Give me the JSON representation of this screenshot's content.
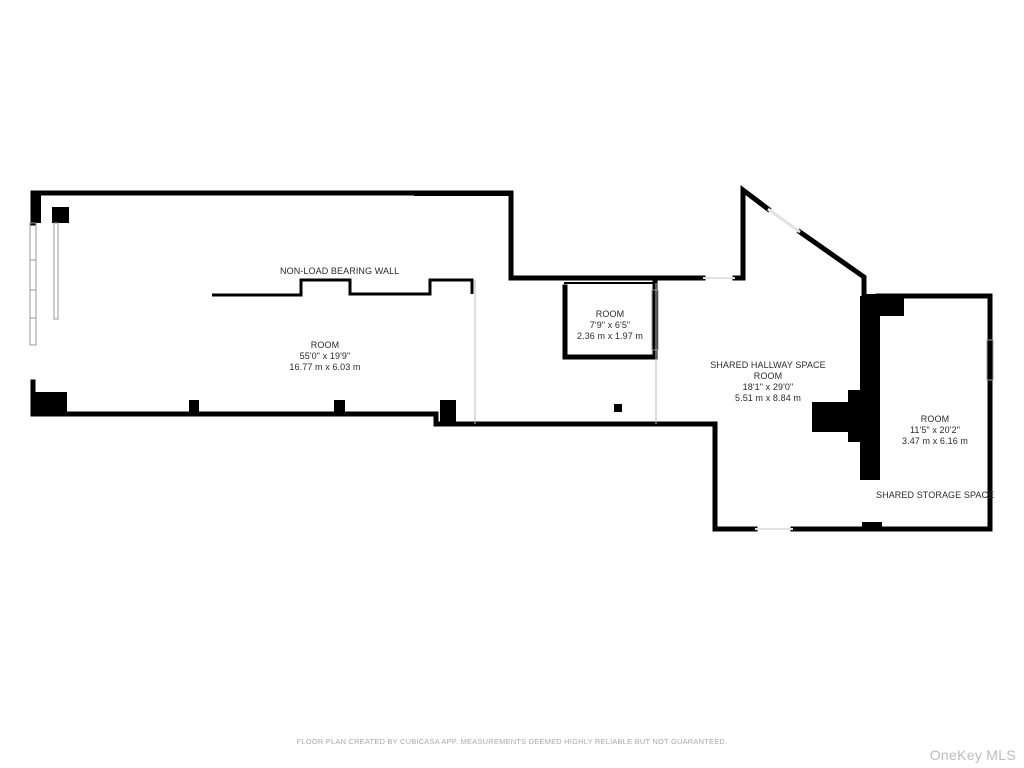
{
  "rooms": {
    "main": {
      "name": "ROOM",
      "imperial": "55'0\" x 19'9\"",
      "metric": "16.77 m x 6.03 m"
    },
    "small": {
      "name": "ROOM",
      "imperial": "7'9\" x 6'5\"",
      "metric": "2.36 m x 1.97 m"
    },
    "hallway": {
      "title": "SHARED HALLWAY SPACE",
      "name": "ROOM",
      "imperial": "18'1\" x 29'0\"",
      "metric": "5.51 m x 8.84 m"
    },
    "right": {
      "name": "ROOM",
      "imperial": "11'5\" x 20'2\"",
      "metric": "3.47 m x 6.16 m"
    }
  },
  "annotations": {
    "wall_label": "NON-LOAD BEARING WALL",
    "storage_label": "SHARED STORAGE SPACE"
  },
  "footer": {
    "disclaimer": "FLOOR PLAN CREATED BY CUBICASA APP. MEASUREMENTS DEEMED HIGHLY RELIABLE BUT NOT GUARANTEED.",
    "watermark": "OneKey MLS"
  },
  "colors": {
    "wall": "#000000",
    "window": "#d9d9d9",
    "text": "#2b2b2b"
  }
}
